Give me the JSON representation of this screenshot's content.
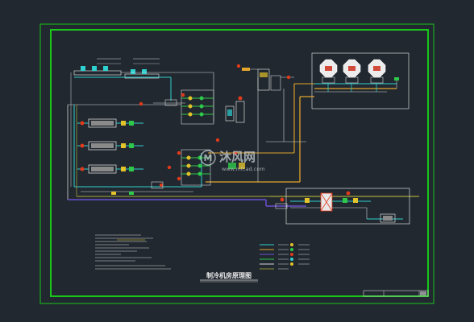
{
  "drawing": {
    "title": "制冷机房原理图",
    "colors": {
      "background": "#212830",
      "frame": "#19c619",
      "chilled_water": "#8f8f3a",
      "cooling_water": "#e3a52a",
      "supply": "#6a4fd0",
      "pipe_cyan": "#2fd0d0",
      "pipe_white": "#d7d7d7",
      "valve_red": "#e13a1a",
      "equipment_green": "#2ec94a"
    }
  },
  "watermark": {
    "brand": "沐风网",
    "url": "www.mfcad.com",
    "logo_letter": "M"
  }
}
